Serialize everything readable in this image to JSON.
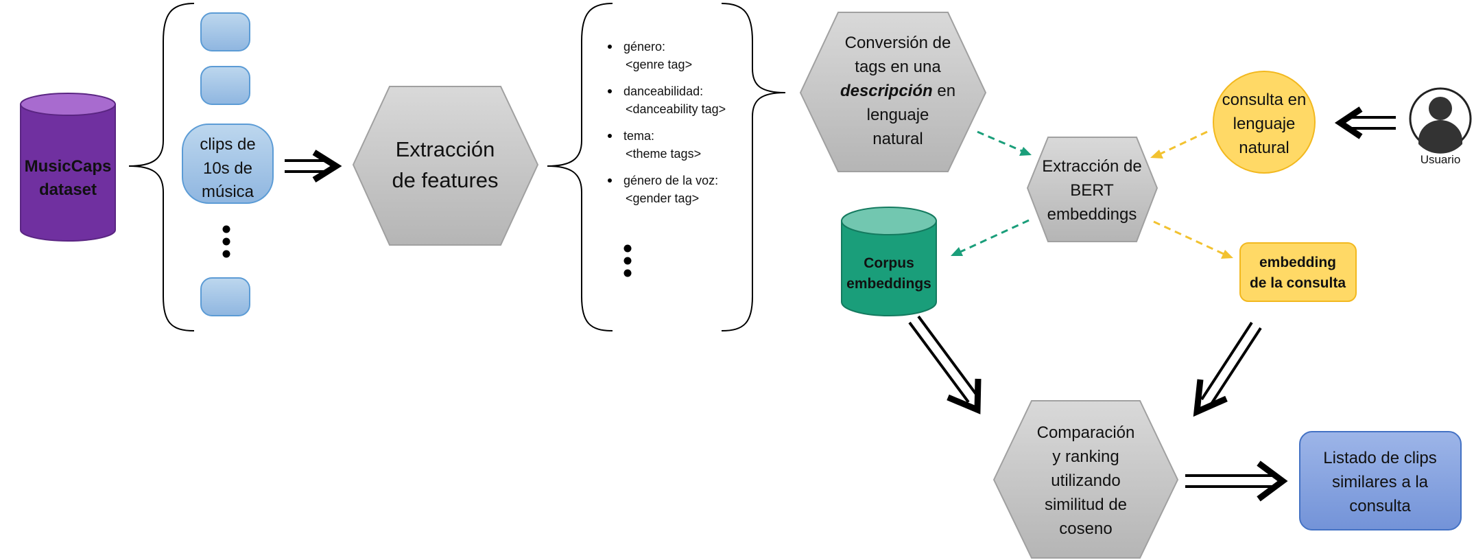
{
  "musiccaps": {
    "line1": "MusicCaps",
    "line2": "dataset"
  },
  "clips": {
    "line1": "clips de",
    "line2": "10s de",
    "line3": "música"
  },
  "extraccion_features": {
    "line1": "Extracción",
    "line2": "de features"
  },
  "tags": [
    {
      "title": "género:",
      "value": "<genre tag>"
    },
    {
      "title": "danceabilidad:",
      "value": "<danceability tag>"
    },
    {
      "title": "tema:",
      "value": "<theme tags>"
    },
    {
      "title": "género de la voz:",
      "value": "<gender tag>"
    }
  ],
  "conversion": {
    "line1": "Conversión de",
    "line2": "tags en una",
    "emph": "descripción",
    "line3_rest": " en",
    "line4": "lenguaje",
    "line5": "natural"
  },
  "bert": {
    "line1": "Extracción de",
    "line2": "BERT",
    "line3": "embeddings"
  },
  "consulta": {
    "line1": "consulta en",
    "line2": "lenguaje",
    "line3": "natural"
  },
  "usuario": {
    "label": "Usuario"
  },
  "corpus": {
    "line1": "Corpus",
    "line2": "embeddings"
  },
  "embedding_consulta": {
    "line1": "embedding",
    "line2": "de la consulta"
  },
  "comparacion": {
    "line1": "Comparación",
    "line2": "y ranking",
    "line3": "utilizando",
    "line4": "similitud de",
    "line5": "coseno"
  },
  "listado": {
    "line1": "Listado de clips",
    "line2": "similares a la",
    "line3": "consulta"
  },
  "colors": {
    "purple": "#7030A0",
    "clip_blue": "#9DC3E6",
    "hex_gray": "#BFBFBF",
    "teal": "#1A9E7A",
    "yellow": "#FFD966",
    "result_blue": "#7F9FDE"
  }
}
